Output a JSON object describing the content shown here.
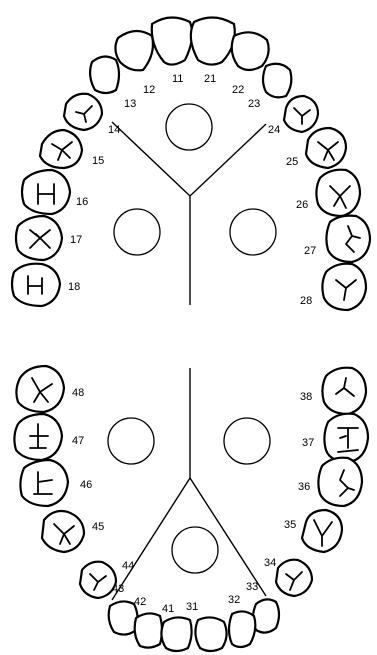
{
  "numbering_system": "FDI",
  "upper_arch": {
    "teeth": [
      {
        "id": "tooth-11",
        "label": "11",
        "kind": "incisor"
      },
      {
        "id": "tooth-21",
        "label": "21",
        "kind": "incisor"
      },
      {
        "id": "tooth-12",
        "label": "12",
        "kind": "incisor"
      },
      {
        "id": "tooth-22",
        "label": "22",
        "kind": "incisor"
      },
      {
        "id": "tooth-13",
        "label": "13",
        "kind": "canine"
      },
      {
        "id": "tooth-23",
        "label": "23",
        "kind": "canine"
      },
      {
        "id": "tooth-14",
        "label": "14",
        "kind": "premolar"
      },
      {
        "id": "tooth-24",
        "label": "24",
        "kind": "premolar"
      },
      {
        "id": "tooth-15",
        "label": "15",
        "kind": "premolar"
      },
      {
        "id": "tooth-25",
        "label": "25",
        "kind": "premolar"
      },
      {
        "id": "tooth-16",
        "label": "16",
        "kind": "molar"
      },
      {
        "id": "tooth-26",
        "label": "26",
        "kind": "molar"
      },
      {
        "id": "tooth-17",
        "label": "17",
        "kind": "molar"
      },
      {
        "id": "tooth-27",
        "label": "27",
        "kind": "molar"
      },
      {
        "id": "tooth-18",
        "label": "18",
        "kind": "molar"
      },
      {
        "id": "tooth-28",
        "label": "28",
        "kind": "molar"
      }
    ]
  },
  "lower_arch": {
    "teeth": [
      {
        "id": "tooth-41",
        "label": "41",
        "kind": "incisor"
      },
      {
        "id": "tooth-31",
        "label": "31",
        "kind": "incisor"
      },
      {
        "id": "tooth-42",
        "label": "42",
        "kind": "incisor"
      },
      {
        "id": "tooth-32",
        "label": "32",
        "kind": "incisor"
      },
      {
        "id": "tooth-43",
        "label": "43",
        "kind": "canine"
      },
      {
        "id": "tooth-33",
        "label": "33",
        "kind": "canine"
      },
      {
        "id": "tooth-44",
        "label": "44",
        "kind": "premolar"
      },
      {
        "id": "tooth-34",
        "label": "34",
        "kind": "premolar"
      },
      {
        "id": "tooth-45",
        "label": "45",
        "kind": "premolar"
      },
      {
        "id": "tooth-35",
        "label": "35",
        "kind": "premolar"
      },
      {
        "id": "tooth-46",
        "label": "46",
        "kind": "molar"
      },
      {
        "id": "tooth-36",
        "label": "36",
        "kind": "molar"
      },
      {
        "id": "tooth-47",
        "label": "47",
        "kind": "molar"
      },
      {
        "id": "tooth-37",
        "label": "37",
        "kind": "molar"
      },
      {
        "id": "tooth-48",
        "label": "48",
        "kind": "molar"
      },
      {
        "id": "tooth-38",
        "label": "38",
        "kind": "molar"
      }
    ]
  },
  "colors": {
    "outline": "#000000",
    "fill": "#ffffff",
    "background": "#ffffff"
  }
}
